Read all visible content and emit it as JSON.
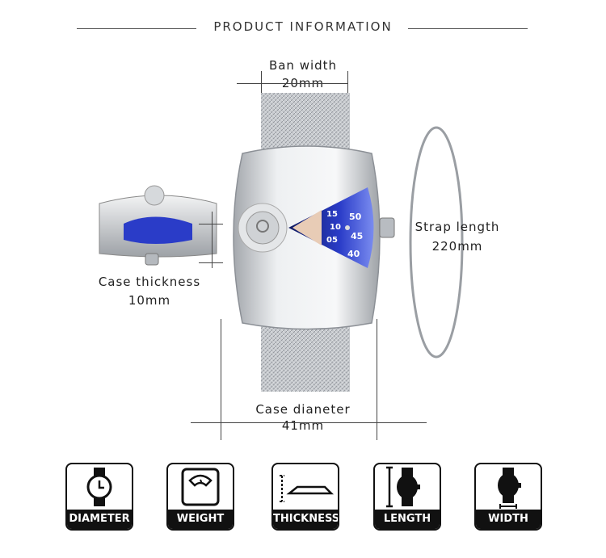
{
  "header": {
    "title": "PRODUCT INFORMATION"
  },
  "specs": {
    "band_width_label": "Ban width",
    "band_width_value": "20mm",
    "strap_length_label": "Strap length",
    "strap_length_value": "220mm",
    "case_thickness_label": "Case thickness",
    "case_thickness_value": "10mm",
    "case_diameter_label": "Case dianeter",
    "case_diameter_value": "41mm"
  },
  "watch_dial": {
    "numbers": [
      "15",
      "10",
      "05",
      "50",
      "45",
      "40"
    ]
  },
  "icons": [
    {
      "label": "DIAMETER",
      "icon": "clock-watch-icon"
    },
    {
      "label": "WEIGHT",
      "icon": "scale-icon"
    },
    {
      "label": "THICKNESS",
      "icon": "thickness-icon"
    },
    {
      "label": "LENGTH",
      "icon": "length-icon"
    },
    {
      "label": "WIDTH",
      "icon": "width-icon"
    }
  ],
  "colors": {
    "accent_blue": "#2a3cc8",
    "band_black": "#111111",
    "steel": "#cfd2d6"
  }
}
